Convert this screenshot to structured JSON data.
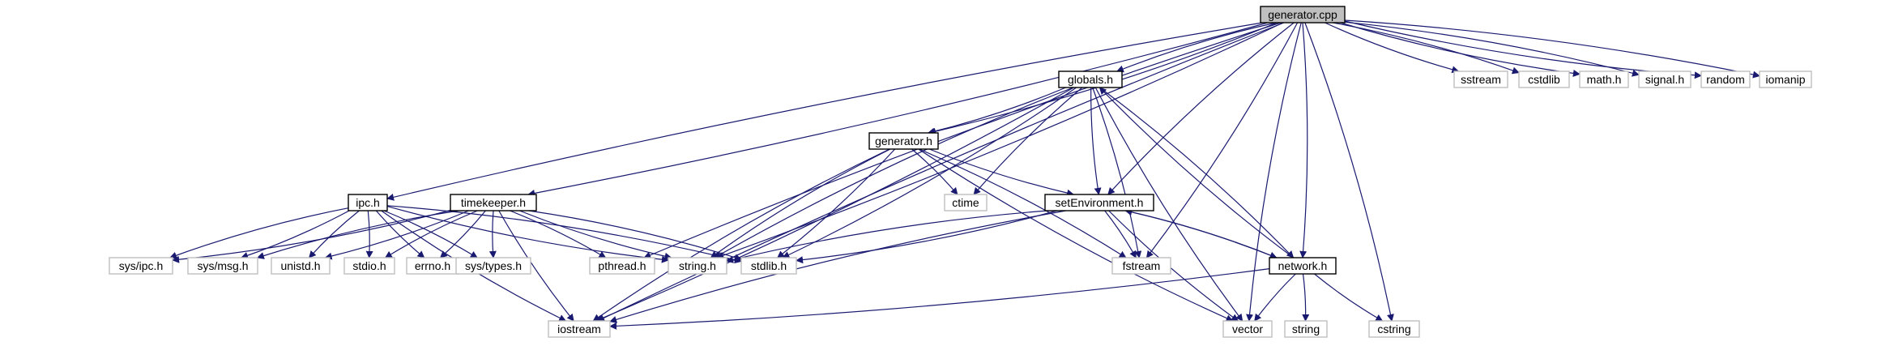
{
  "graph": {
    "root": "generator.cpp",
    "colors": {
      "edge": "#191970",
      "root_fill": "#bfbfbf",
      "project_border": "#000000",
      "system_border": "#bfbfbf",
      "background": "#ffffff"
    },
    "nodes": [
      {
        "id": "generator_cpp",
        "label": "generator.cpp",
        "kind": "root"
      },
      {
        "id": "ipc_h",
        "label": "ipc.h",
        "kind": "project"
      },
      {
        "id": "timekeeper_h",
        "label": "timekeeper.h",
        "kind": "project"
      },
      {
        "id": "globals_h",
        "label": "globals.h",
        "kind": "project"
      },
      {
        "id": "generator_h",
        "label": "generator.h",
        "kind": "project"
      },
      {
        "id": "setEnvironment_h",
        "label": "setEnvironment.h",
        "kind": "project"
      },
      {
        "id": "network_h",
        "label": "network.h",
        "kind": "project"
      },
      {
        "id": "sys_ipc_h",
        "label": "sys/ipc.h",
        "kind": "system"
      },
      {
        "id": "sys_msg_h",
        "label": "sys/msg.h",
        "kind": "system"
      },
      {
        "id": "unistd_h",
        "label": "unistd.h",
        "kind": "system"
      },
      {
        "id": "stdio_h",
        "label": "stdio.h",
        "kind": "system"
      },
      {
        "id": "errno_h",
        "label": "errno.h",
        "kind": "system"
      },
      {
        "id": "sys_types_h",
        "label": "sys/types.h",
        "kind": "system"
      },
      {
        "id": "pthread_h",
        "label": "pthread.h",
        "kind": "system"
      },
      {
        "id": "string_h",
        "label": "string.h",
        "kind": "system"
      },
      {
        "id": "stdlib_h",
        "label": "stdlib.h",
        "kind": "system"
      },
      {
        "id": "iostream",
        "label": "iostream",
        "kind": "system"
      },
      {
        "id": "ctime",
        "label": "ctime",
        "kind": "system"
      },
      {
        "id": "fstream",
        "label": "fstream",
        "kind": "system"
      },
      {
        "id": "vector",
        "label": "vector",
        "kind": "system"
      },
      {
        "id": "string",
        "label": "string",
        "kind": "system"
      },
      {
        "id": "cstring",
        "label": "cstring",
        "kind": "system"
      },
      {
        "id": "sstream",
        "label": "sstream",
        "kind": "system"
      },
      {
        "id": "cstdlib",
        "label": "cstdlib",
        "kind": "system"
      },
      {
        "id": "math_h",
        "label": "math.h",
        "kind": "system"
      },
      {
        "id": "signal_h",
        "label": "signal.h",
        "kind": "system"
      },
      {
        "id": "random",
        "label": "random",
        "kind": "system"
      },
      {
        "id": "iomanip",
        "label": "iomanip",
        "kind": "system"
      }
    ],
    "edges": [
      [
        "generator_cpp",
        "ipc_h"
      ],
      [
        "generator_cpp",
        "timekeeper_h"
      ],
      [
        "generator_cpp",
        "globals_h"
      ],
      [
        "generator_cpp",
        "generator_h"
      ],
      [
        "generator_cpp",
        "setEnvironment_h"
      ],
      [
        "generator_cpp",
        "network_h"
      ],
      [
        "generator_cpp",
        "iostream"
      ],
      [
        "generator_cpp",
        "string_h"
      ],
      [
        "generator_cpp",
        "pthread_h"
      ],
      [
        "generator_cpp",
        "fstream"
      ],
      [
        "generator_cpp",
        "vector"
      ],
      [
        "generator_cpp",
        "cstring"
      ],
      [
        "generator_cpp",
        "sstream"
      ],
      [
        "generator_cpp",
        "cstdlib"
      ],
      [
        "generator_cpp",
        "math_h"
      ],
      [
        "generator_cpp",
        "signal_h"
      ],
      [
        "generator_cpp",
        "random"
      ],
      [
        "generator_cpp",
        "iomanip"
      ],
      [
        "ipc_h",
        "sys_ipc_h"
      ],
      [
        "ipc_h",
        "sys_msg_h"
      ],
      [
        "ipc_h",
        "unistd_h"
      ],
      [
        "ipc_h",
        "stdio_h"
      ],
      [
        "ipc_h",
        "errno_h"
      ],
      [
        "ipc_h",
        "sys_types_h"
      ],
      [
        "ipc_h",
        "string_h"
      ],
      [
        "ipc_h",
        "stdlib_h"
      ],
      [
        "ipc_h",
        "iostream"
      ],
      [
        "timekeeper_h",
        "sys_ipc_h"
      ],
      [
        "timekeeper_h",
        "sys_msg_h"
      ],
      [
        "timekeeper_h",
        "unistd_h"
      ],
      [
        "timekeeper_h",
        "stdio_h"
      ],
      [
        "timekeeper_h",
        "errno_h"
      ],
      [
        "timekeeper_h",
        "sys_types_h"
      ],
      [
        "timekeeper_h",
        "pthread_h"
      ],
      [
        "timekeeper_h",
        "string_h"
      ],
      [
        "timekeeper_h",
        "stdlib_h"
      ],
      [
        "timekeeper_h",
        "iostream"
      ],
      [
        "globals_h",
        "generator_h"
      ],
      [
        "globals_h",
        "setEnvironment_h"
      ],
      [
        "globals_h",
        "network_h"
      ],
      [
        "globals_h",
        "string_h"
      ],
      [
        "globals_h",
        "stdlib_h"
      ],
      [
        "globals_h",
        "ctime"
      ],
      [
        "globals_h",
        "fstream"
      ],
      [
        "globals_h",
        "vector"
      ],
      [
        "globals_h",
        "iostream"
      ],
      [
        "generator_h",
        "setEnvironment_h"
      ],
      [
        "generator_h",
        "ctime"
      ],
      [
        "generator_h",
        "string_h"
      ],
      [
        "generator_h",
        "stdlib_h"
      ],
      [
        "generator_h",
        "iostream"
      ],
      [
        "generator_h",
        "fstream"
      ],
      [
        "generator_h",
        "vector"
      ],
      [
        "setEnvironment_h",
        "network_h"
      ],
      [
        "setEnvironment_h",
        "string_h"
      ],
      [
        "setEnvironment_h",
        "stdlib_h"
      ],
      [
        "setEnvironment_h",
        "iostream"
      ],
      [
        "setEnvironment_h",
        "fstream"
      ],
      [
        "setEnvironment_h",
        "vector"
      ],
      [
        "network_h",
        "globals_h"
      ],
      [
        "network_h",
        "setEnvironment_h"
      ],
      [
        "network_h",
        "iostream"
      ],
      [
        "network_h",
        "vector"
      ],
      [
        "network_h",
        "string"
      ],
      [
        "network_h",
        "cstring"
      ]
    ]
  }
}
